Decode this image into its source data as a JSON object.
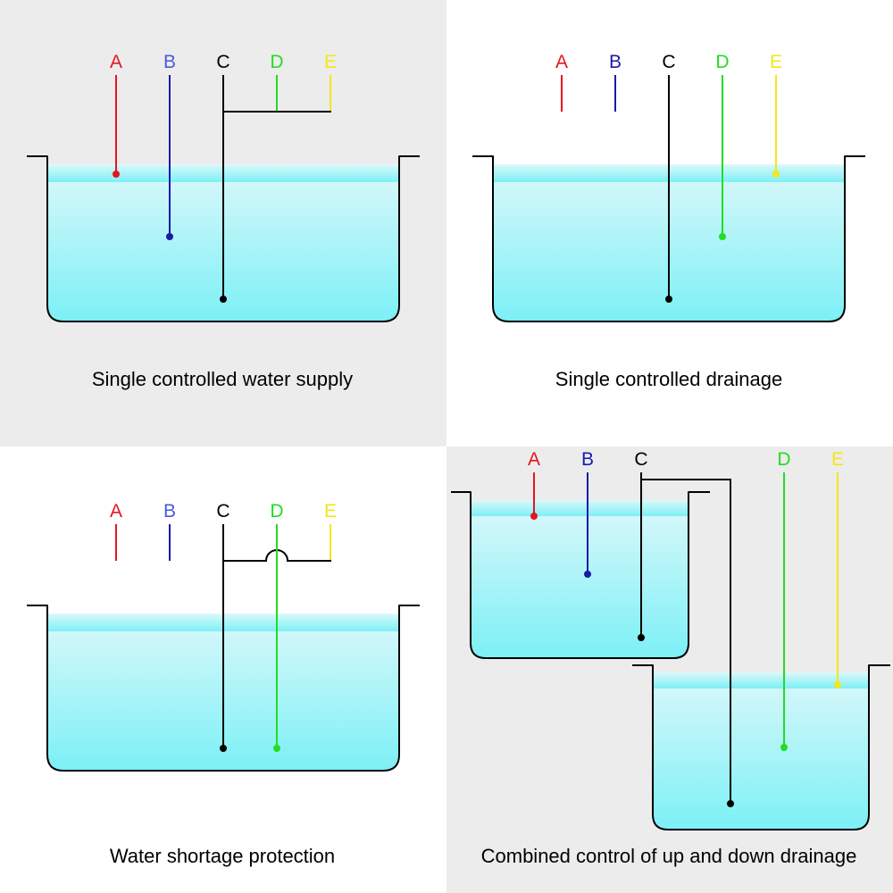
{
  "colors": {
    "probe_a": "#e8141e",
    "probe_b_label": "#4a5bd8",
    "probe_b_line": "#1a1aa8",
    "probe_c": "#000000",
    "probe_d": "#22dd22",
    "probe_e": "#f0e81a",
    "panel_gray": "#ececec",
    "panel_white": "#ffffff",
    "water_top": "#dcf8fa",
    "water_bottom": "#7cf0f6"
  },
  "panels": [
    {
      "caption": "Single controlled water supply",
      "probes": [
        {
          "label": "A"
        },
        {
          "label": "B"
        },
        {
          "label": "C"
        },
        {
          "label": "D"
        },
        {
          "label": "E"
        }
      ]
    },
    {
      "caption": "Single controlled drainage",
      "probes": [
        {
          "label": "A"
        },
        {
          "label": "B"
        },
        {
          "label": "C"
        },
        {
          "label": "D"
        },
        {
          "label": "E"
        }
      ]
    },
    {
      "caption": "Water shortage protection",
      "probes": [
        {
          "label": "A"
        },
        {
          "label": "B"
        },
        {
          "label": "C"
        },
        {
          "label": "D"
        },
        {
          "label": "E"
        }
      ]
    },
    {
      "caption": "Combined control of up and down drainage",
      "probes": [
        {
          "label": "A"
        },
        {
          "label": "B"
        },
        {
          "label": "C"
        },
        {
          "label": "D"
        },
        {
          "label": "E"
        }
      ]
    }
  ]
}
